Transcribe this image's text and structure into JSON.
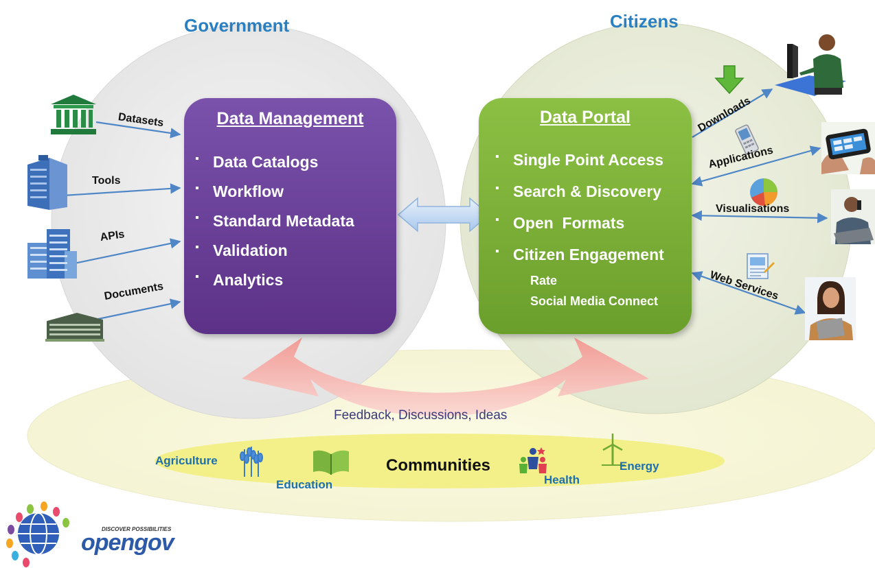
{
  "government": {
    "heading": "Government"
  },
  "citizens": {
    "heading": "Citizens"
  },
  "inputs": [
    {
      "label": "Datasets",
      "icon": "bank-building-icon"
    },
    {
      "label": "Tools",
      "icon": "office-tower-icon"
    },
    {
      "label": "APIs",
      "icon": "office-building-icon"
    },
    {
      "label": "Documents",
      "icon": "campus-building-icon"
    }
  ],
  "data_management": {
    "title": "Data Management",
    "items": [
      "Data Catalogs",
      "Workflow",
      "Standard Metadata",
      "Validation",
      "Analytics"
    ]
  },
  "data_portal": {
    "title": "Data Portal",
    "items": [
      "Single Point Access",
      "Search & Discovery",
      "Open  Formats",
      "Citizen Engagement"
    ],
    "subitems": [
      "Rate",
      "Social Media Connect"
    ]
  },
  "outputs": [
    {
      "label": "Downloads",
      "icon": "download-arrow-icon"
    },
    {
      "label": "Applications",
      "icon": "mobile-phone-icon"
    },
    {
      "label": "Visualisations",
      "icon": "pie-chart-icon"
    },
    {
      "label": "Web Services",
      "icon": "web-document-icon"
    }
  ],
  "feedback": {
    "label": "Feedback, Discussions, Ideas"
  },
  "communities": {
    "label": "Communities",
    "items": [
      {
        "label": "Agriculture",
        "icon": "wheat-icon"
      },
      {
        "label": "Education",
        "icon": "book-icon"
      },
      {
        "label": "Health",
        "icon": "people-icon"
      },
      {
        "label": "Energy",
        "icon": "wind-turbine-icon"
      }
    ]
  },
  "logo": {
    "tagline": "DISCOVER POSSIBILITIES",
    "name": "opengov"
  },
  "colors": {
    "heading": "#2a7fc0",
    "management_box": "#6a3f98",
    "portal_box": "#7db23a",
    "feedback_arrow": "#f4a8a4",
    "connector": "#4f86c6",
    "community_text": "#1d6fae"
  }
}
